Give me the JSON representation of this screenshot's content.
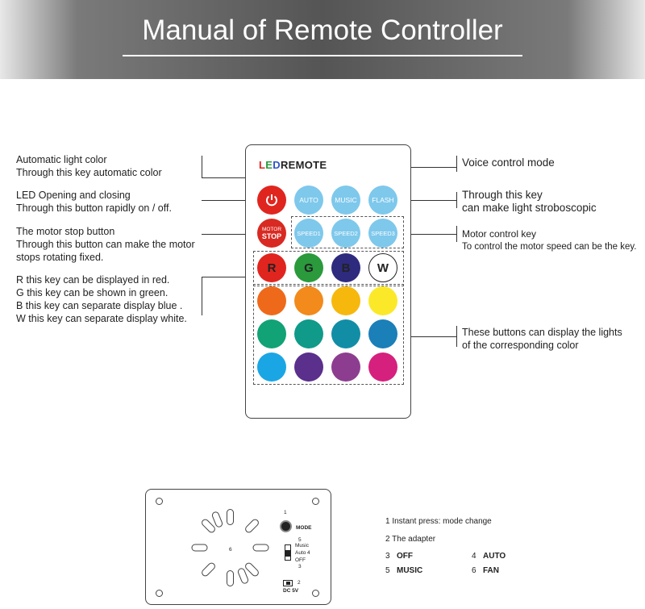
{
  "header": {
    "title": "Manual of Remote Controller"
  },
  "remote": {
    "brand_led": "LED",
    "brand_rest": "REMOTE",
    "auto": "AUTO",
    "music": "MUSIC",
    "flash": "FLASH",
    "motor_1": "MOTOR",
    "motor_2": "STOP",
    "speed1": "SPEED1",
    "speed2": "SPEED2",
    "speed3": "SPEED3",
    "r": "R",
    "g": "G",
    "b": "B",
    "w": "W"
  },
  "colors": {
    "power": "#e0251f",
    "motor": "#d82a22",
    "light_blue": "#7ec8ec",
    "r": "#e0251f",
    "g": "#2a9a3c",
    "b": "#2e2a7e",
    "row1": [
      "#ee6a1a",
      "#f28a1c",
      "#f7b80e",
      "#fbe929"
    ],
    "row2": [
      "#11a275",
      "#0f9a8a",
      "#118ea6",
      "#1b7fb8"
    ],
    "row3": [
      "#1aa6e4",
      "#5b2f8c",
      "#8d3d8f",
      "#d6207e"
    ]
  },
  "labels": {
    "auto_1": "Automatic light color",
    "auto_2": "Through this key automatic color",
    "led_1": "LED  Opening and closing",
    "led_2": "Through this button rapidly on / off.",
    "motor_1": "The motor stop button",
    "motor_2": "Through this button can make the motor",
    "motor_3": "stops rotating fixed.",
    "r_line": "R  this key can be displayed in red.",
    "g_line": "G  this key can be shown in green.",
    "b_line": "B  this key can separate display blue .",
    "w_line": "W this key can separate display white.",
    "voice": "Voice control mode",
    "strobe_1": "Through this key",
    "strobe_2": "can make light stroboscopic",
    "speed_1": "Motor control key",
    "speed_2": "To control the motor speed can be the key.",
    "colors_1": "These buttons can display the lights",
    "colors_2": "of the corresponding color"
  },
  "device": {
    "n1": "1",
    "mode": "MODE",
    "n5": "5",
    "music": "Music",
    "auto": "Auto",
    "n4": "4",
    "off": "OFF",
    "n3": "3",
    "n6": "6",
    "n2": "2",
    "dc": "DC 5V"
  },
  "legend": {
    "l1": "1   Instant press: mode change",
    "l2": "2   The adapter",
    "l3n": "3",
    "l3": "OFF",
    "l4n": "4",
    "l4": "AUTO",
    "l5n": "5",
    "l5": "MUSIC",
    "l6n": "6",
    "l6": "FAN"
  }
}
